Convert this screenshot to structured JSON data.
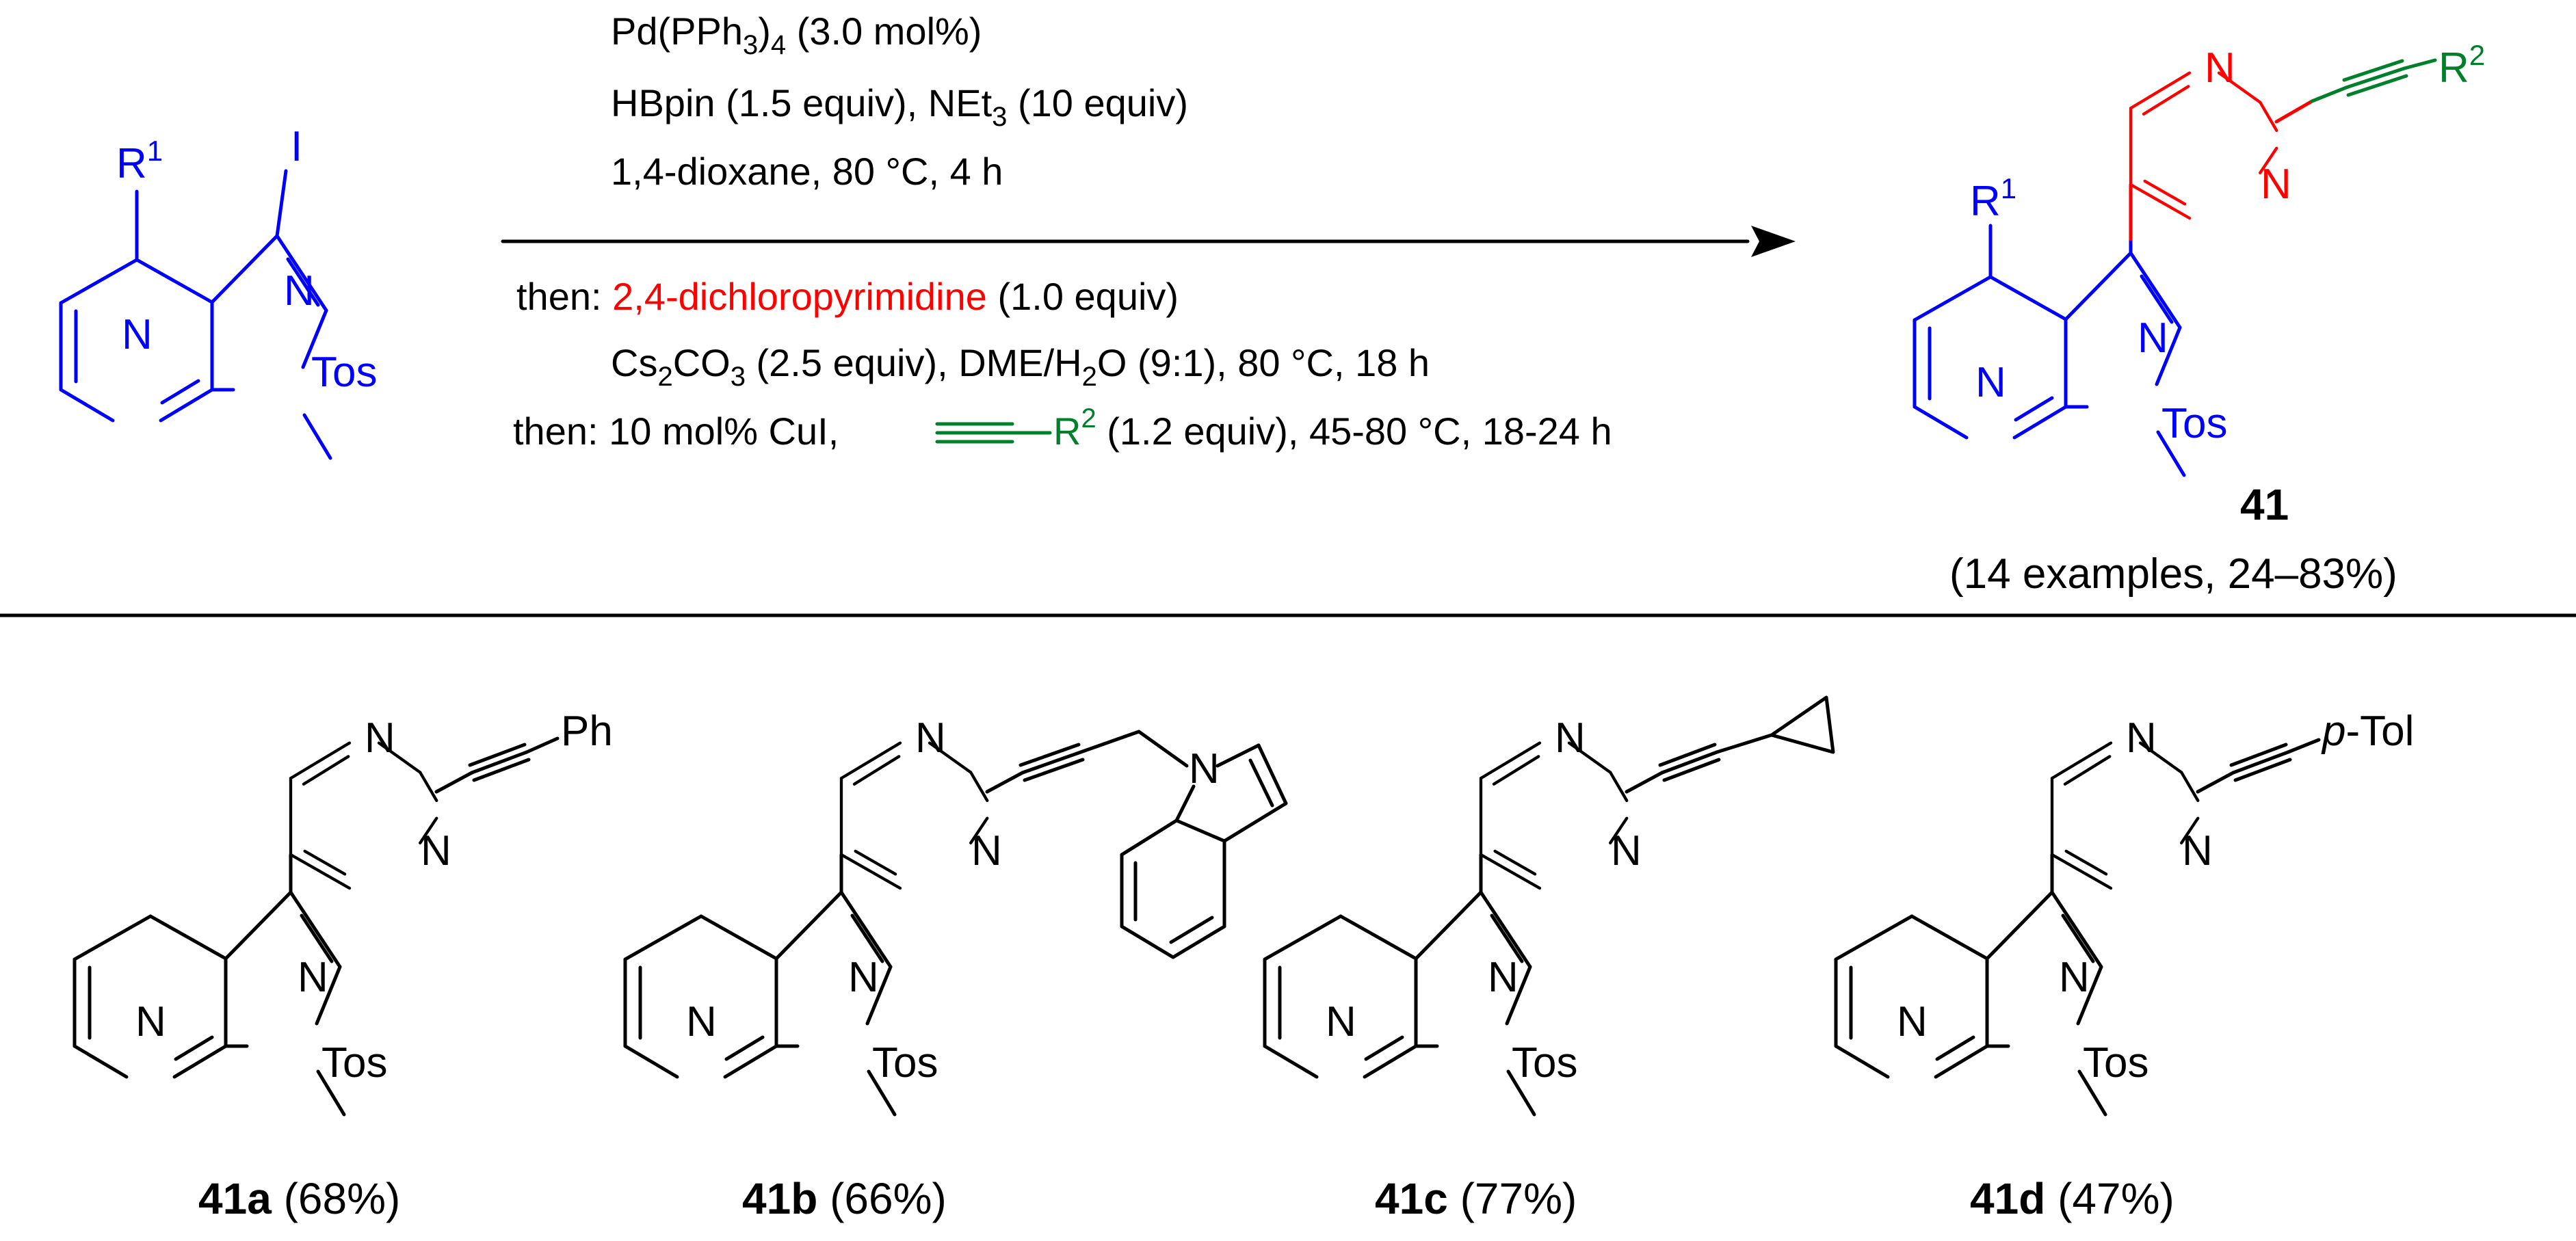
{
  "colors": {
    "core": "#0000ff",
    "pyrimidine": "#ff0000",
    "alkyne": "#00802b",
    "text": "#000000"
  },
  "reactant": {
    "substituent": "R",
    "substituent_sup": "1",
    "halogen": "I",
    "ring_n_left": "N",
    "ring_n_right": "N",
    "protecting_group": "Tos"
  },
  "conditions": {
    "line1_pre": "Pd(PPh",
    "line1_sub": "3",
    "line1_mid": ")",
    "line1_sub2": "4",
    "line1_post": " (3.0 mol%)",
    "line2_pre": "HBpin (1.5 equiv), NEt",
    "line2_sub": "3",
    "line2_post": " (10 equiv)",
    "line3": "1,4-dioxane, 80 °C, 4 h",
    "line4_then": "then: ",
    "line4_reagent": "2,4-dichloropyrimidine",
    "line4_post": " (1.0 equiv)",
    "line5_pre": "Cs",
    "line5_sub": "2",
    "line5_mid": "CO",
    "line5_sub2": "3",
    "line5_mid2": " (2.5 equiv), DME/H",
    "line5_sub3": "2",
    "line5_post": "O (9:1), 80 °C, 18 h",
    "line6_pre": "then: 10 mol% CuI, ",
    "line6_r": "R",
    "line6_sup": "2",
    "line6_post": " (1.2 equiv), 45-80 °C, 18-24 h"
  },
  "product": {
    "substituent": "R",
    "substituent_sup": "1",
    "alkyne_r": "R",
    "alkyne_sup": "2",
    "protecting_group": "Tos",
    "pyr_n1": "N",
    "pyr_n2": "N",
    "core_n_left": "N",
    "core_n_right": "N",
    "compound_number": "41",
    "summary": "(14 examples, 24–83%)"
  },
  "examples": [
    {
      "id": "41a",
      "yield": " (68%)",
      "group": "Ph",
      "group_prefix": ""
    },
    {
      "id": "41b",
      "yield": " (66%)",
      "group": "",
      "group_prefix": ""
    },
    {
      "id": "41c",
      "yield": " (77%)",
      "group": "",
      "group_prefix": ""
    },
    {
      "id": "41d",
      "yield": " (47%)",
      "group": "-Tol",
      "group_prefix": "p"
    }
  ],
  "atom_labels": {
    "n": "N",
    "tos": "Tos"
  }
}
